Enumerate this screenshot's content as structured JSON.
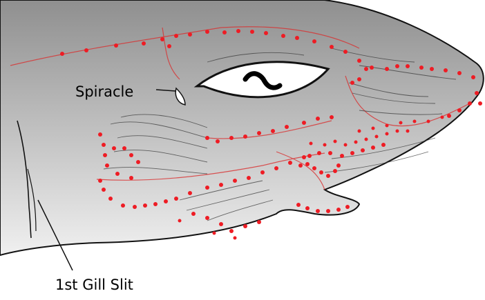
{
  "labels": {
    "spiracle": "Spiracle",
    "gill_slit": "1st Gill Slit"
  },
  "colors": {
    "body_light": "#f0f0f0",
    "body_dark": "#8f8f8f",
    "outline": "#111111",
    "pore": "#ee1c24",
    "canal": "#d93030",
    "fin_lines": "#3a3a3a",
    "eye_white": "#ffffff",
    "pupil": "#000000"
  },
  "icons": [
    "shark-head",
    "eye",
    "spiracle-opening",
    "gill-slit",
    "ampullae-pores"
  ]
}
